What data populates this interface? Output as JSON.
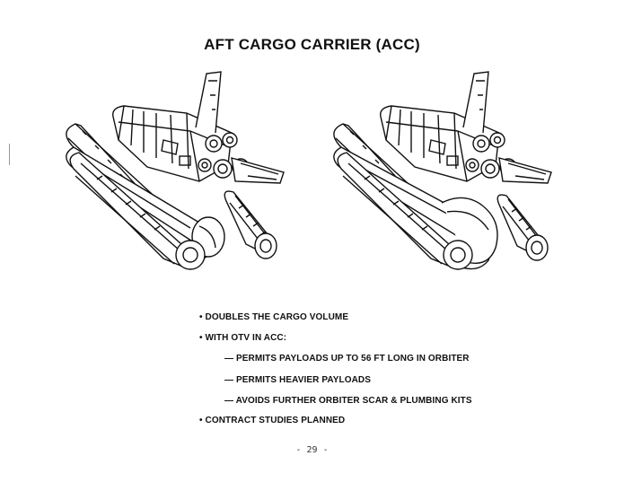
{
  "page": {
    "title": "AFT CARGO CARRIER (ACC)",
    "bullets": [
      {
        "marker": "•",
        "text": "DOUBLES THE CARGO VOLUME"
      },
      {
        "marker": "•",
        "text": "WITH OTV IN ACC:"
      },
      {
        "marker": "—",
        "text": "PERMITS PAYLOADS UP TO 56 FT LONG IN ORBITER"
      },
      {
        "marker": "—",
        "text": "PERMITS HEAVIER PAYLOADS"
      },
      {
        "marker": "—",
        "text": "AVOIDS FURTHER ORBITER SCAR & PLUMBING KITS"
      },
      {
        "marker": "•",
        "text": "CONTRACT STUDIES PLANNED"
      }
    ],
    "page_number": "- 29 -"
  }
}
